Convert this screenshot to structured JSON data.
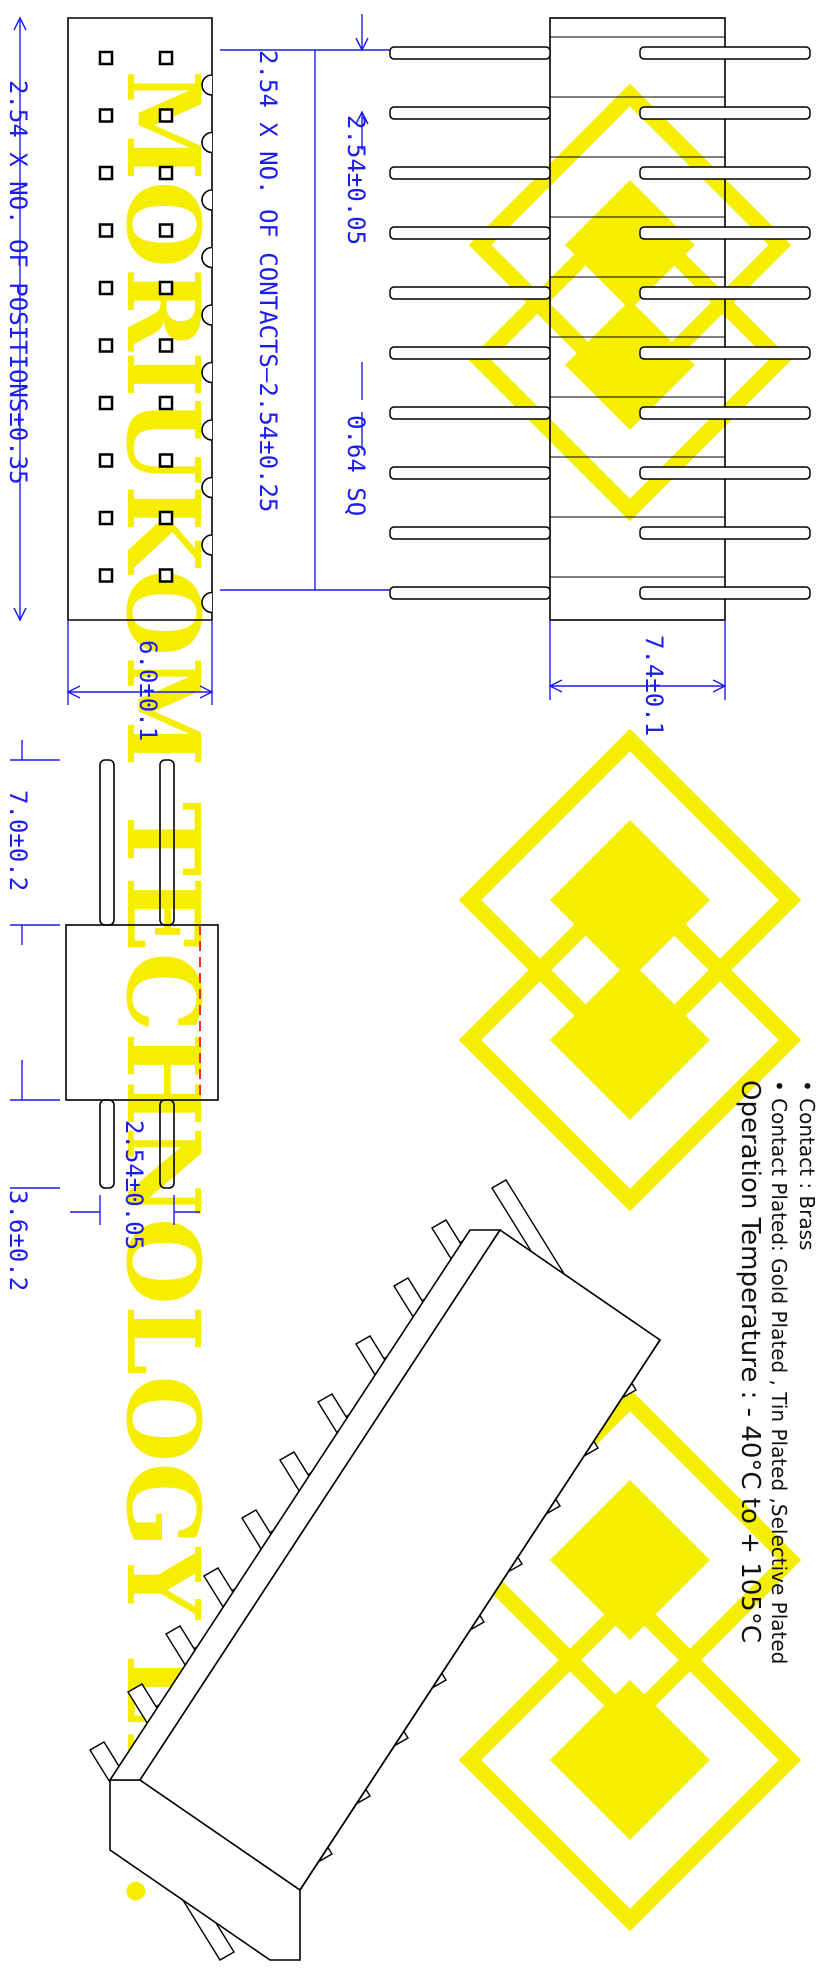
{
  "dimensions": {
    "positions_length": "2.54 X NO. OF POSITIONS±0.35",
    "contacts_length": "2.54 X NO. OF CONTACTS–2.54±0.25",
    "pitch_top": "2.54±0.05",
    "pin_size": "0.64 SQ",
    "body_width": "6.0±0.1",
    "overall_width": "7.4±0.1",
    "pin_top_length": "7.0±0.2",
    "pin_bottom_length": "3.6±0.2",
    "pitch_side": "2.54±0.05"
  },
  "notes": {
    "contact": "• Contact  :  Brass",
    "plating": "• Contact  Plated:  Gold Plated ,  Tin Plated ,Selective Plated",
    "temperature": "Operation Temperature  :  - 40°C  to + 105°C"
  },
  "watermark": {
    "text": "MORIUKOM TECHNOLOGY LTD.",
    "color": "#f5ee00"
  },
  "colors": {
    "dimension": "#1c1cf0",
    "outline": "#000000",
    "centerline": "#e53030"
  }
}
